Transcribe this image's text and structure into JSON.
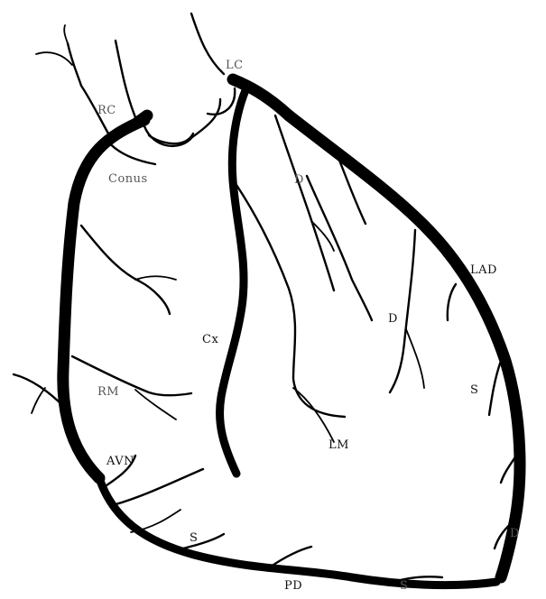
{
  "labels": {
    "rc": "RC",
    "lc": "LC",
    "conus": "Conus",
    "d_upper": "D",
    "lad": "LAD",
    "d_mid": "D",
    "cx": "Cx",
    "rm": "RM",
    "s_right": "S",
    "av": "AVN",
    "lm": "LM",
    "s_bottom": "S",
    "pd": "PD",
    "s_apex": "S",
    "d_apex": "D"
  }
}
